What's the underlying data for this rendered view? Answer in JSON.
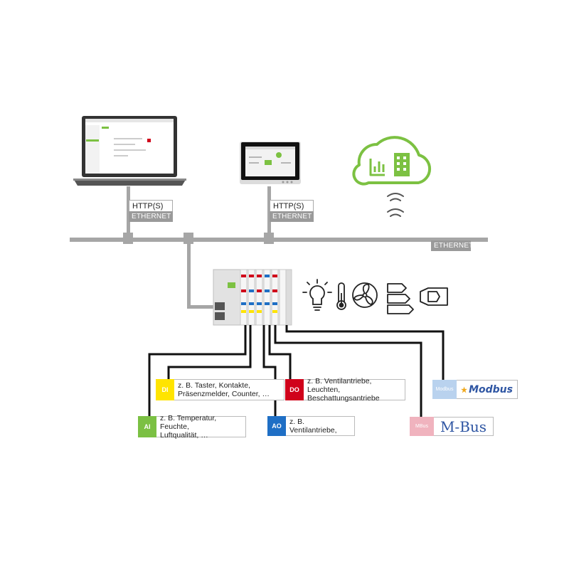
{
  "colors": {
    "cloud_green": "#7cc142",
    "bus_gray": "#a6a6a6",
    "di_yellow": "#ffe400",
    "ai_green": "#7bc043",
    "do_red": "#d0021b",
    "ao_blue": "#1f6fc5",
    "modbus_tag": "#b9d2ee",
    "mbus_tag": "#f0b3be"
  },
  "icons": [
    "laptop-icon",
    "touch-panel-icon",
    "cloud-building-icon",
    "wireless-signal-icon",
    "light-bulb-icon",
    "thermometer-icon",
    "fan-icon",
    "energy-efficiency-icon",
    "actuator-valve-icon",
    "controller-device-icon"
  ],
  "laptop_link": {
    "protocol": "HTTP(S)",
    "network": "ETHERNET"
  },
  "panel_link": {
    "protocol": "HTTP(S)",
    "network": "ETHERNET"
  },
  "bus_label": "ETHERNET",
  "io": {
    "di": {
      "tag": "DI",
      "lines": [
        "z. B. Taster, Kontakte,",
        "Präsenzmelder, Counter, …"
      ]
    },
    "ai": {
      "tag": "AI",
      "lines": [
        "z. B. Temperatur, Feuchte,",
        "Luftqualität, …"
      ]
    },
    "do": {
      "tag": "DO",
      "lines": [
        "z. B. Ventilantriebe, Leuchten,",
        "Beschattungsantriebe"
      ]
    },
    "ao": {
      "tag": "AO",
      "lines": [
        "z. B. Ventilantriebe,"
      ]
    }
  },
  "buses": {
    "modbus": {
      "tag": "Modbus",
      "logo": "Modbus"
    },
    "mbus": {
      "tag": "MBus",
      "logo": "M-Bus"
    }
  }
}
